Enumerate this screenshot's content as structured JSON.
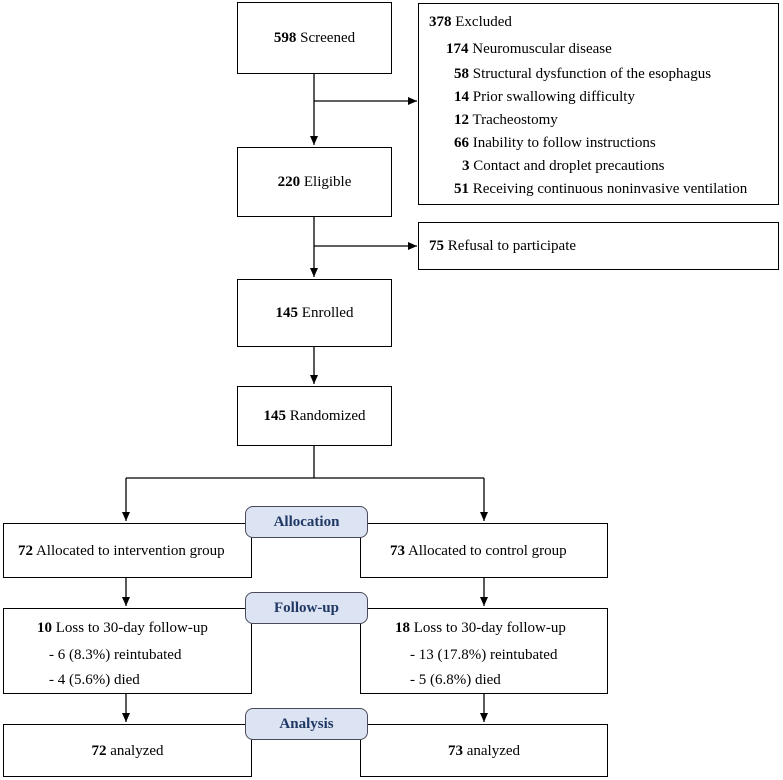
{
  "screened": {
    "count": "598",
    "label": "Screened"
  },
  "excluded": {
    "count": "378",
    "label": "Excluded",
    "reasons": [
      {
        "count": "174",
        "label": "Neuromuscular disease"
      },
      {
        "count": "58",
        "label": "Structural dysfunction of the esophagus"
      },
      {
        "count": "14",
        "label": "Prior swallowing difficulty"
      },
      {
        "count": "12",
        "label": "Tracheostomy"
      },
      {
        "count": "66",
        "label": "Inability to follow instructions"
      },
      {
        "count": "3",
        "label": "Contact and droplet precautions"
      },
      {
        "count": "51",
        "label": "Receiving continuous noninvasive ventilation"
      }
    ]
  },
  "eligible": {
    "count": "220",
    "label": "Eligible"
  },
  "refusal": {
    "count": "75",
    "label": "Refusal to participate"
  },
  "enrolled": {
    "count": "145",
    "label": "Enrolled"
  },
  "randomized": {
    "count": "145",
    "label": "Randomized"
  },
  "stages": {
    "allocation": "Allocation",
    "followup": "Follow-up",
    "analysis": "Analysis"
  },
  "intervention": {
    "allocated": {
      "count": "72",
      "label": "Allocated to intervention group"
    },
    "loss": {
      "count": "10",
      "label": "Loss to 30-day follow-up"
    },
    "loss_details": [
      "- 6 (8.3%) reintubated",
      "- 4 (5.6%) died"
    ],
    "analyzed": {
      "count": "72",
      "label": "analyzed"
    }
  },
  "control": {
    "allocated": {
      "count": "73",
      "label": "Allocated to control group"
    },
    "loss": {
      "count": "18",
      "label": "Loss to 30-day follow-up"
    },
    "loss_details": [
      "- 13 (17.8%) reintubated",
      "- 5 (6.8%) died"
    ],
    "analyzed": {
      "count": "73",
      "label": "analyzed"
    }
  }
}
